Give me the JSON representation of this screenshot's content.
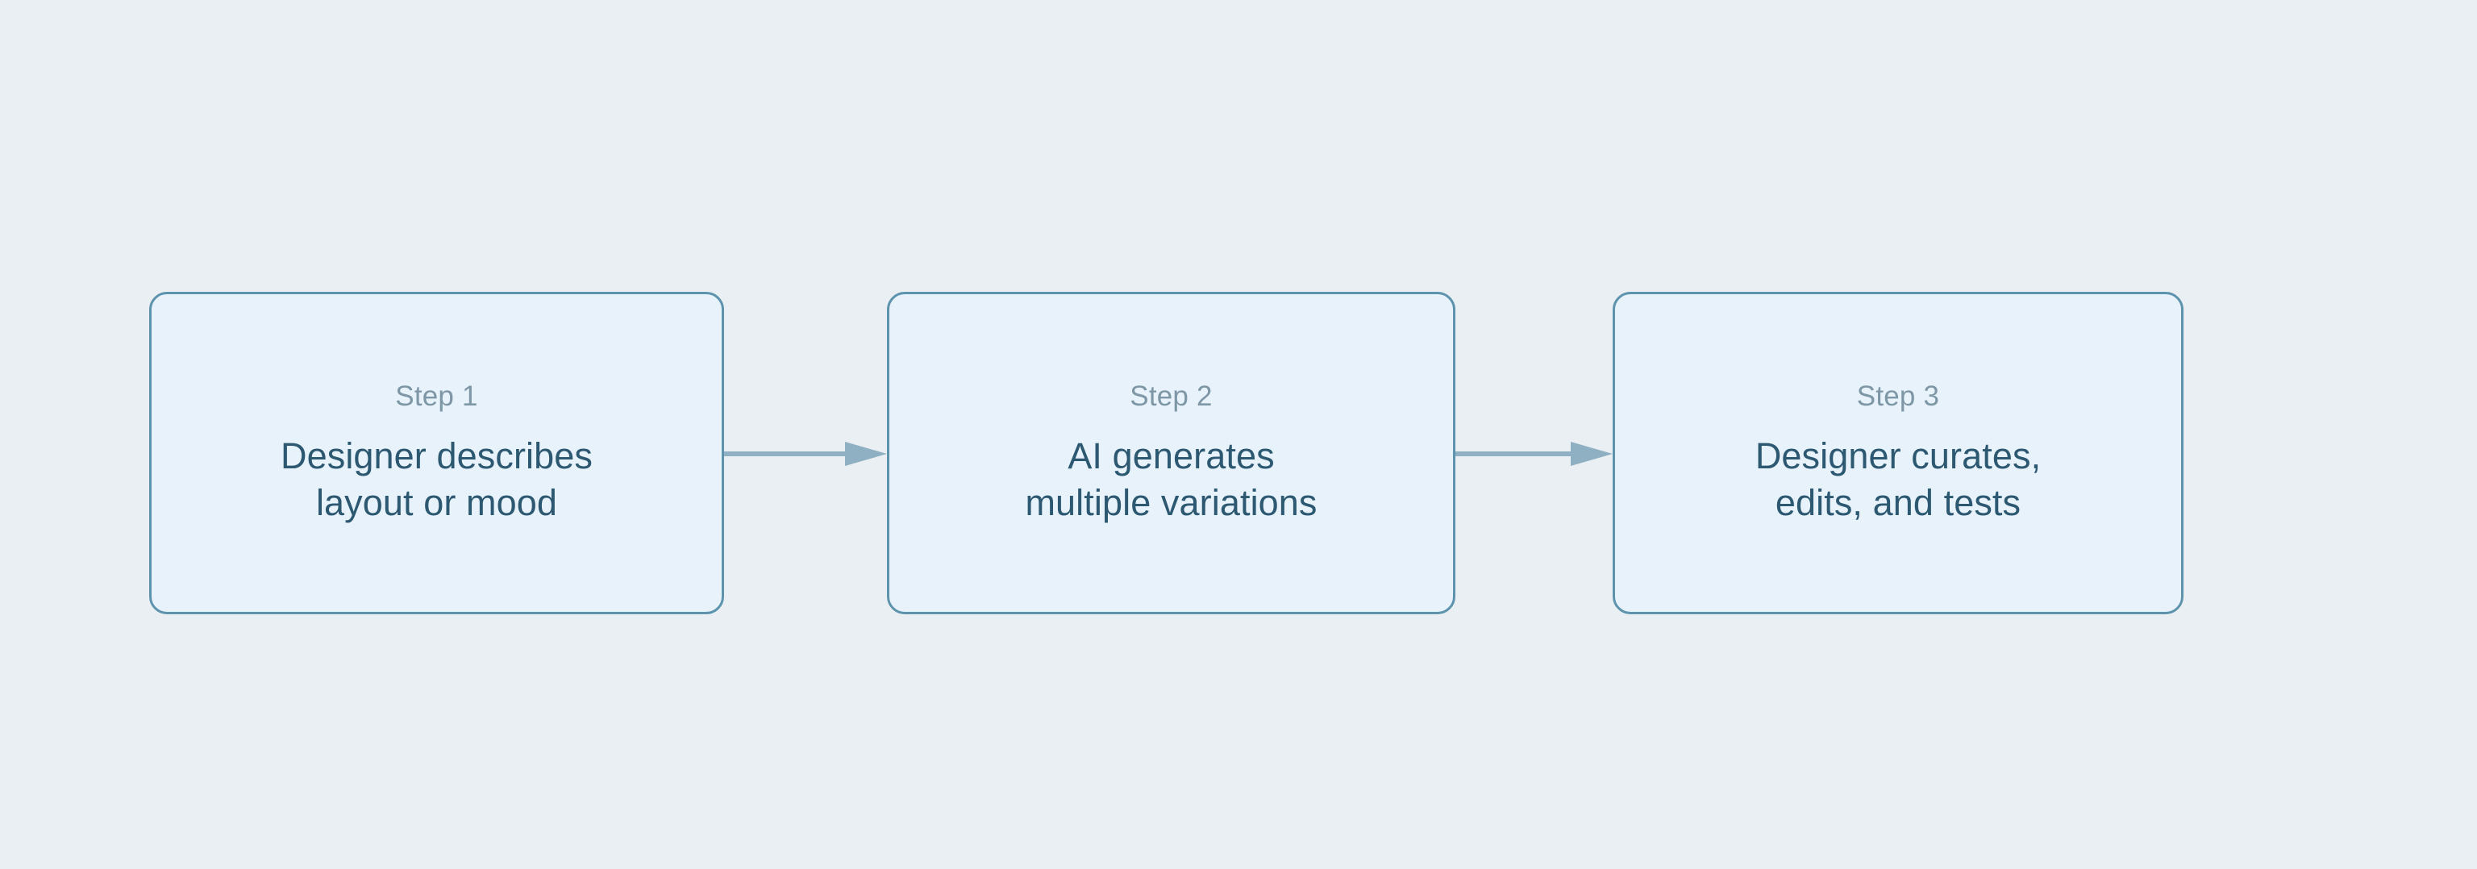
{
  "diagram": {
    "type": "flowchart",
    "orientation": "horizontal",
    "background_color": "#e9eff2",
    "node_fill_color": "#e8f2fa",
    "node_border_color": "#5d93ad",
    "label_color": "#7e97a6",
    "body_text_color": "#2c5871",
    "arrow_color": "#8fb0c2",
    "steps": [
      {
        "label": "Step 1",
        "text": "Designer describes\nlayout or mood"
      },
      {
        "label": "Step 2",
        "text": "AI generates\nmultiple variations"
      },
      {
        "label": "Step 3",
        "text": "Designer curates,\nedits, and tests"
      }
    ],
    "connectors": [
      {
        "from": "Step 1",
        "to": "Step 2",
        "style": "solid-arrow"
      },
      {
        "from": "Step 2",
        "to": "Step 3",
        "style": "solid-arrow"
      }
    ]
  }
}
